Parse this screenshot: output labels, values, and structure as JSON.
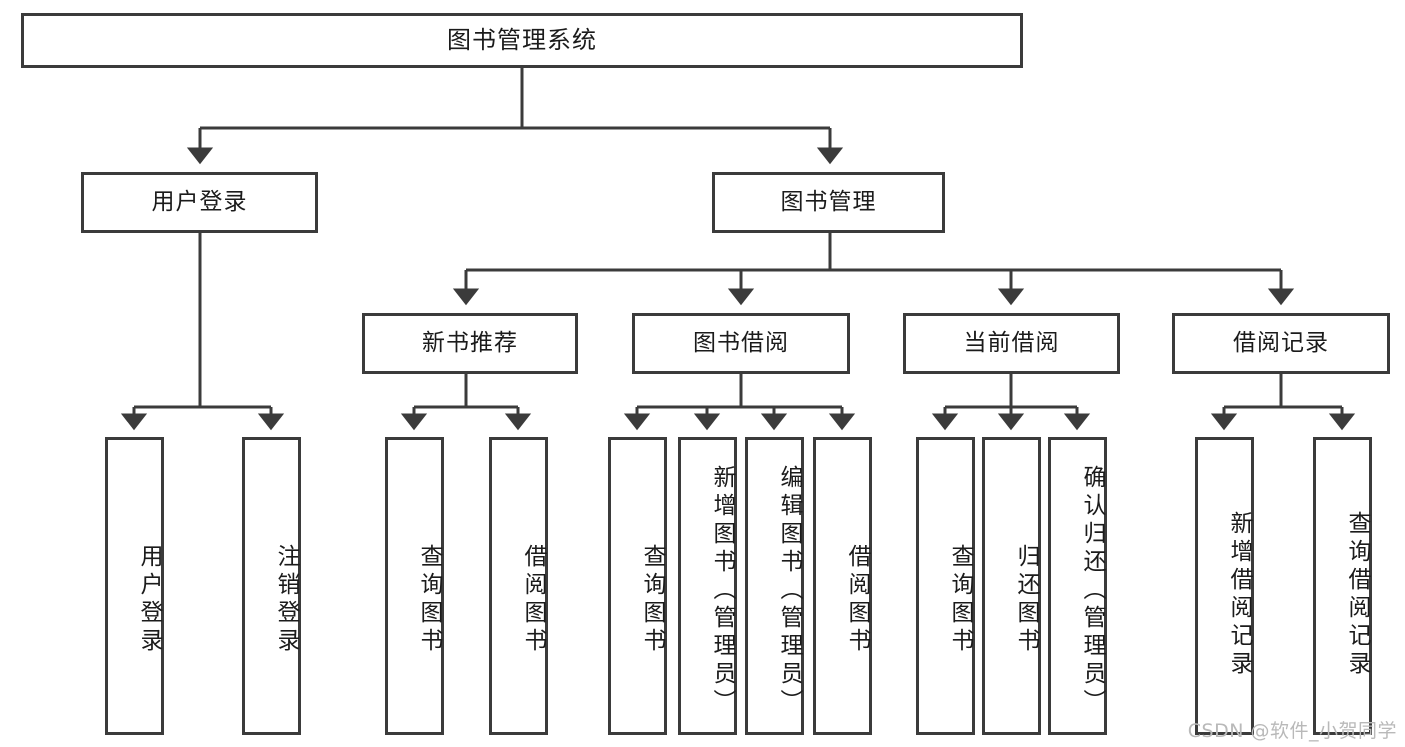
{
  "diagram": {
    "title": "图书管理系统",
    "type": "tree",
    "root": {
      "id": "root",
      "label": "图书管理系统"
    },
    "level2": [
      {
        "id": "user-login",
        "label": "用户登录"
      },
      {
        "id": "book-manage",
        "label": "图书管理"
      }
    ],
    "level3": [
      {
        "id": "new-book-recommend",
        "label": "新书推荐"
      },
      {
        "id": "book-borrow",
        "label": "图书借阅"
      },
      {
        "id": "current-borrow",
        "label": "当前借阅"
      },
      {
        "id": "borrow-record",
        "label": "借阅记录"
      }
    ],
    "leaves": {
      "user_login": [
        {
          "id": "leaf-user-login",
          "label": "用户登录"
        },
        {
          "id": "leaf-user-logout",
          "label": "注销登录"
        }
      ],
      "new_book_recommend": [
        {
          "id": "leaf-query-book-1",
          "label": "查询图书"
        },
        {
          "id": "leaf-borrow-book-1",
          "label": "借阅图书"
        }
      ],
      "book_borrow": [
        {
          "id": "leaf-query-book-2",
          "label": "查询图书"
        },
        {
          "id": "leaf-add-book",
          "label": "新增图书（管理员）"
        },
        {
          "id": "leaf-edit-book",
          "label": "编辑图书（管理员）"
        },
        {
          "id": "leaf-borrow-book-2",
          "label": "借阅图书"
        }
      ],
      "current_borrow": [
        {
          "id": "leaf-query-book-3",
          "label": "查询图书"
        },
        {
          "id": "leaf-return-book",
          "label": "归还图书"
        },
        {
          "id": "leaf-confirm-return",
          "label": "确认归还（管理员）"
        }
      ],
      "borrow_record": [
        {
          "id": "leaf-add-record",
          "label": "新增借阅记录"
        },
        {
          "id": "leaf-query-record",
          "label": "查询借阅记录"
        }
      ]
    }
  },
  "watermark": {
    "text": "CSDN @软件_小贺同学"
  },
  "colors": {
    "stroke": "#3b3b3b",
    "background": "#ffffff",
    "text": "#1b1b1b",
    "watermark": "#b9b9b9"
  }
}
